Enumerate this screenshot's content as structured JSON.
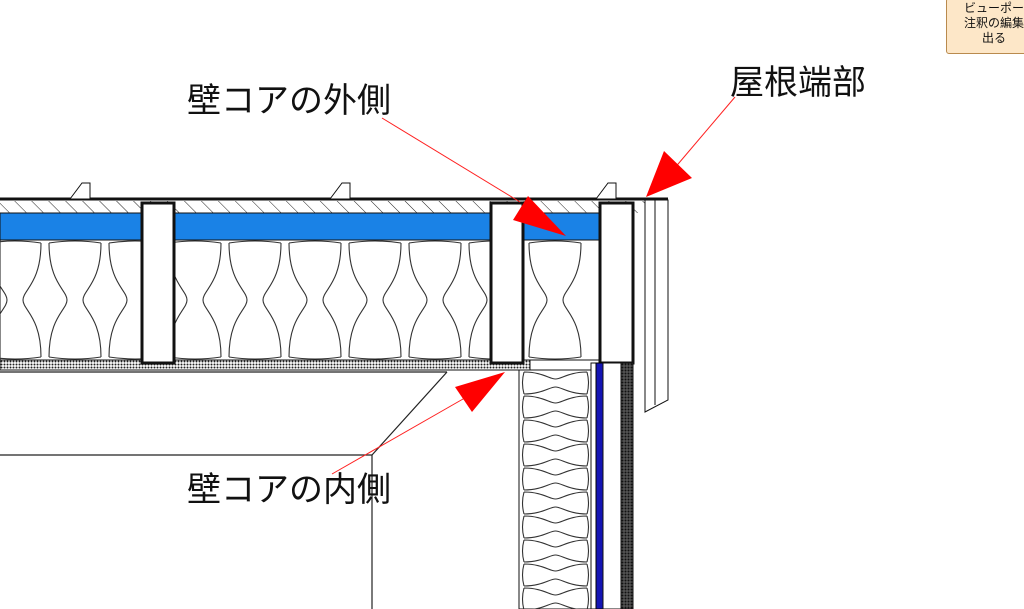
{
  "labels": {
    "wall_core_outer": "壁コアの外側",
    "roof_edge": "屋根端部",
    "wall_core_inner": "壁コアの内側"
  },
  "viewport_note": {
    "line1": "ビューポー",
    "line2": "注釈の編集",
    "line3": "出る"
  },
  "colors": {
    "insulation_board": "#1a82e6",
    "vapor_layer": "#1414b4",
    "arrow": "#ff0000",
    "leader": "#ff2020",
    "note_bg": "#fde7c8"
  }
}
